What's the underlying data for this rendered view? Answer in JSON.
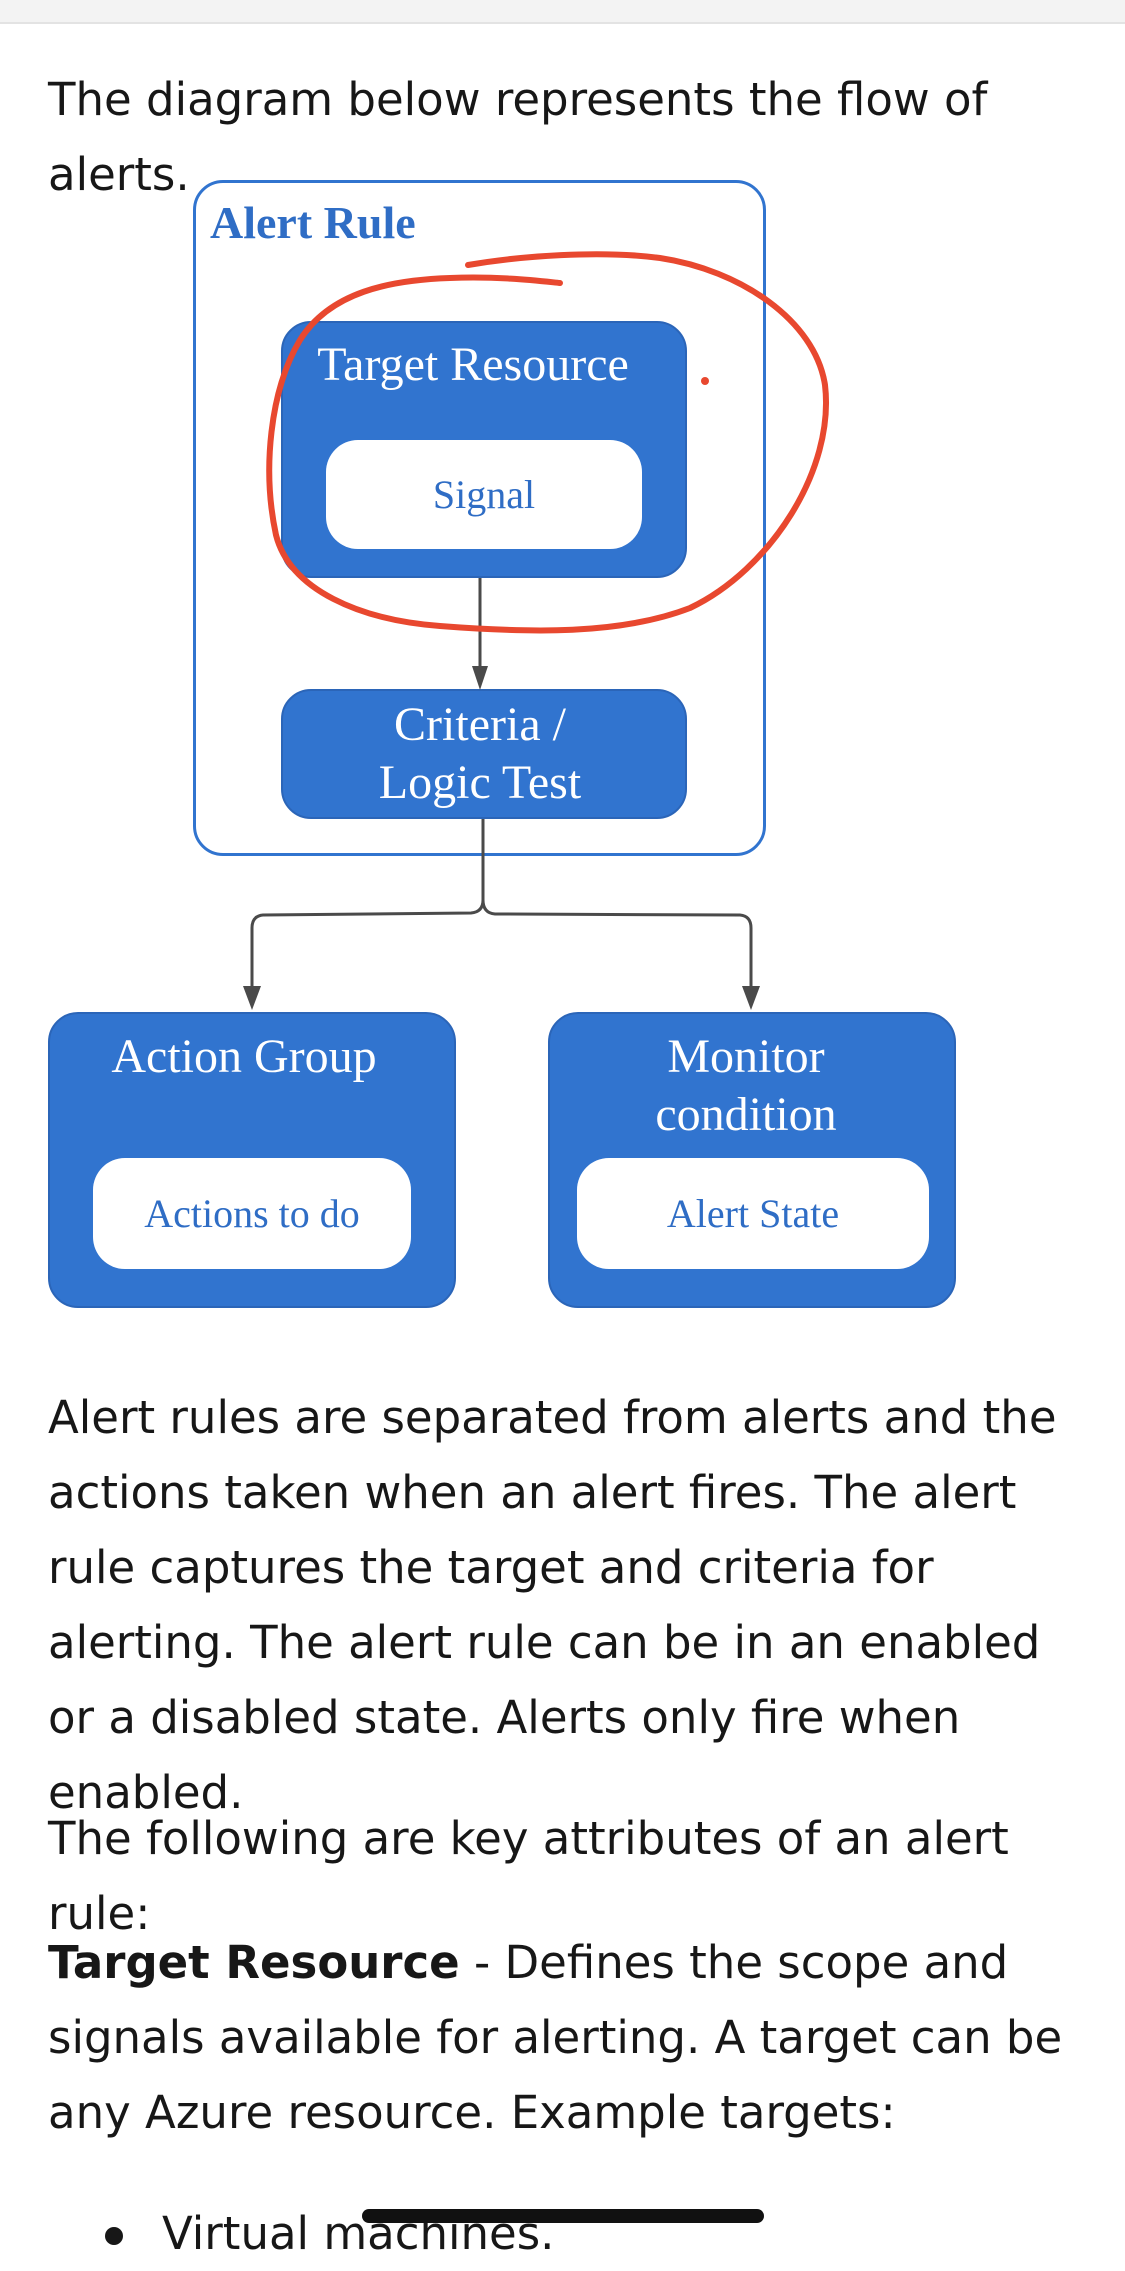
{
  "intro_text": "The diagram below represents the flow of alerts.",
  "diagram": {
    "alert_rule_title": "Alert Rule",
    "target_resource_title": "Target Resource",
    "signal_label": "Signal",
    "criteria_line1": "Criteria /",
    "criteria_line2": "Logic Test",
    "action_group_title": "Action Group",
    "actions_label": "Actions to do",
    "monitor_line1": "Monitor",
    "monitor_line2": "condition",
    "alert_state_label": "Alert State",
    "colors": {
      "box_blue": "#3174cf",
      "text_blue": "#2f6dc5",
      "connector": "#4a4a4a",
      "annotation_red": "#e8482f"
    }
  },
  "paragraph_1": "Alert rules are separated from alerts and the actions taken when an alert fires. The alert rule captures the target and criteria for alerting. The alert rule can be in an enabled or a disabled state. Alerts only fire when enabled.",
  "paragraph_2": "The following are key attributes of an alert rule:",
  "paragraph_3": {
    "term": "Target Resource",
    "definition": " - Defines the scope and signals available for alerting. A target can be any Azure resource. Example targets:"
  },
  "bullets": [
    "Virtual machines."
  ]
}
